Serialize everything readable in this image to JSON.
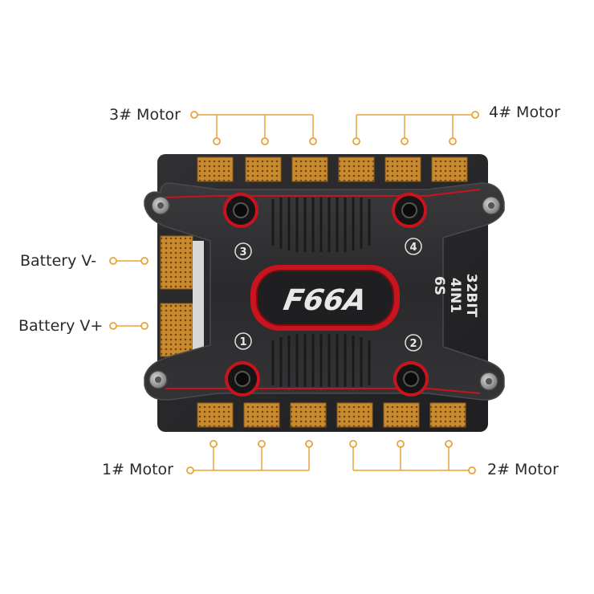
{
  "callouts": {
    "motor3": "3# Motor",
    "motor4": "4# Motor",
    "motor1": "1# Motor",
    "motor2": "2# Motor",
    "battery_neg": "Battery V-",
    "battery_pos": "Battery V+"
  },
  "board": {
    "logo": "F66A",
    "spec_line1": "32BIT",
    "spec_line2": "4IN1",
    "spec_line3": "6S",
    "quadrant_1": "1",
    "quadrant_2": "2",
    "quadrant_3": "3",
    "quadrant_4": "4"
  },
  "colors": {
    "callout_line": "#e9a23a",
    "board": "#2b2b2d",
    "accent_red": "#c8141e",
    "pad_copper": "#c98a2e"
  }
}
